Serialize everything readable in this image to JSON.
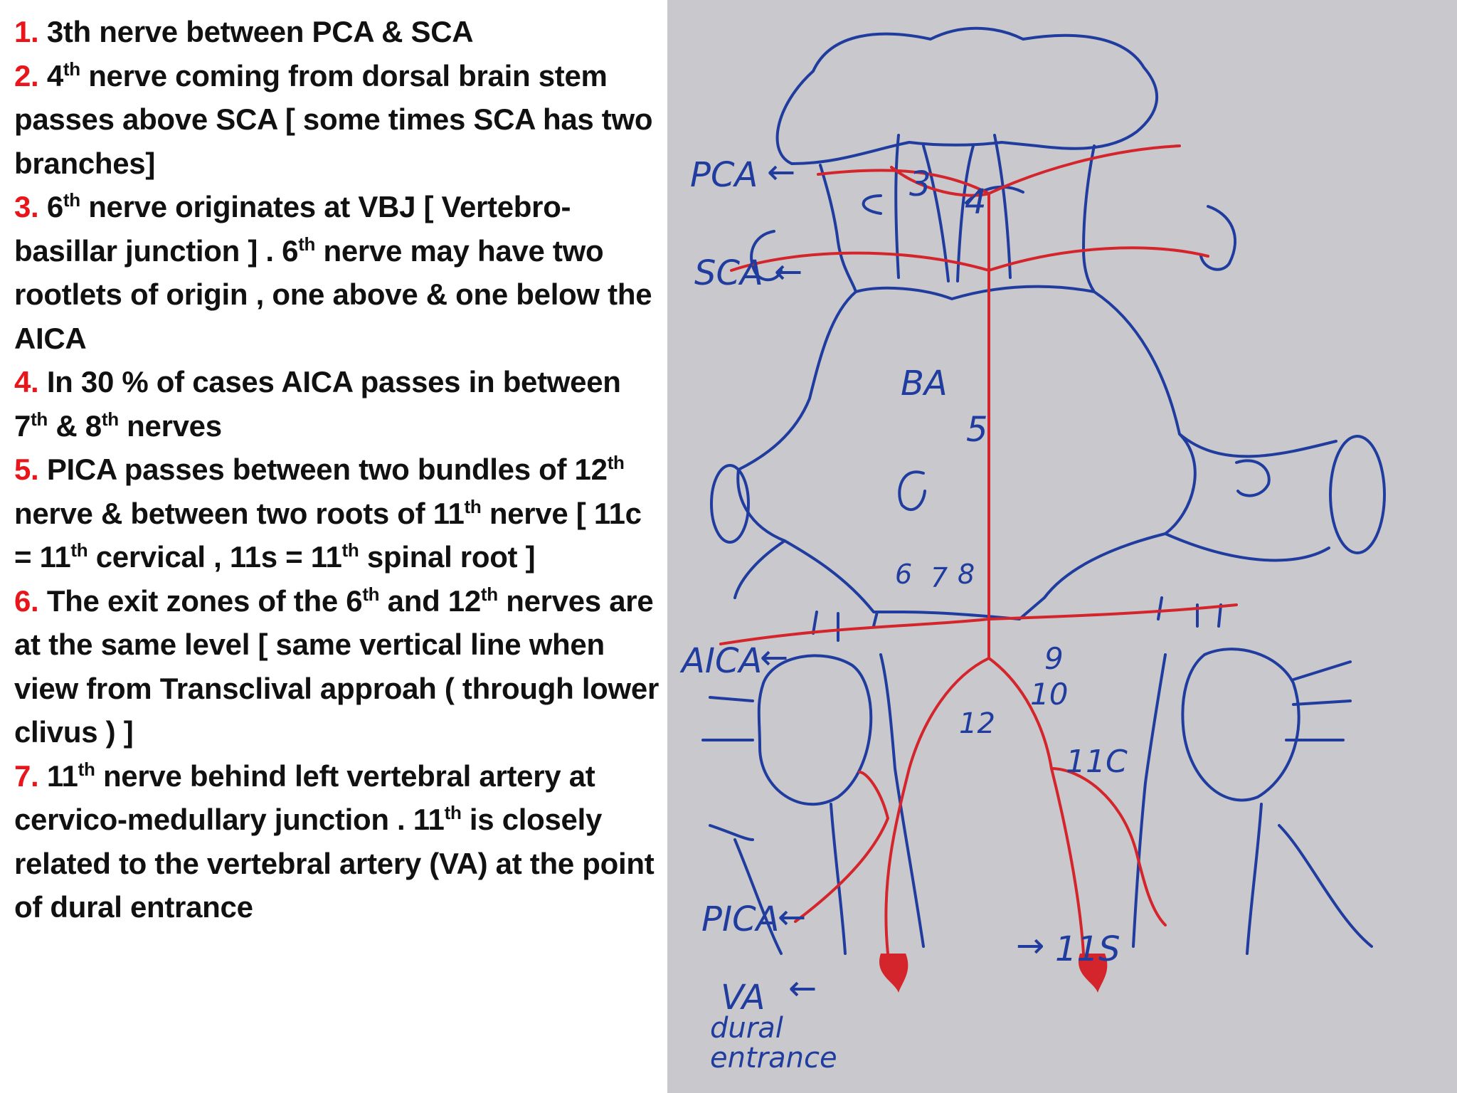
{
  "notes": [
    {
      "num": "1.",
      "text": "3th nerve between PCA & SCA"
    },
    {
      "num": "2.",
      "parts": [
        "4",
        "th",
        " nerve coming from dorsal brain stem passes above SCA [ some times SCA has two branches]"
      ]
    },
    {
      "num": "3.",
      "parts": [
        "6",
        "th",
        " nerve originates  at VBJ [ Vertebro-basillar junction  ]  . 6",
        "th",
        " nerve may  have two rootlets of origin , one above & one below the AICA"
      ]
    },
    {
      "num": "4.",
      "parts": [
        "In 30 % of cases AICA passes in between 7",
        "th",
        " & 8",
        "th",
        " nerves"
      ]
    },
    {
      "num": "5.",
      "parts": [
        "PICA passes between two bundles of 12",
        "th",
        " nerve & between two roots of 11",
        "th",
        " nerve [ 11c = 11",
        "th",
        " cervical , 11s = 11",
        "th",
        " spinal root ]"
      ]
    },
    {
      "num": "6.",
      "parts": [
        "The exit zones of the 6",
        "th",
        " and 12",
        "th",
        " nerves are at the same level [ same vertical line when view from Transclival approah ( through lower clivus ) ]"
      ]
    },
    {
      "num": "7.",
      "parts": [
        "11",
        "th",
        " nerve behind left vertebral artery at cervico-medullary junction . 11",
        "th",
        " is closely related to the vertebral artery (VA) at the point of dural entrance"
      ]
    }
  ],
  "diagram_labels": {
    "pca": "PCA",
    "sca": "SCA",
    "aica": "AICA",
    "pica": "PICA",
    "ba": "BA",
    "va_line1": "VA",
    "va_line2": "dural",
    "va_line3": "entrance",
    "n3": "3",
    "n4": "4",
    "n5": "5",
    "n6": "6",
    "n7": "7",
    "n8": "8",
    "n9": "9",
    "n10": "10",
    "n12": "12",
    "n11c": "11C",
    "n11s": "11S",
    "arrow_left": "←",
    "arrow_right": "→"
  },
  "colors": {
    "number_red": "#e8161b",
    "ink_blue": "#1f3c9e",
    "artery_red": "#d3252b",
    "paper": "#c9c8cd"
  }
}
